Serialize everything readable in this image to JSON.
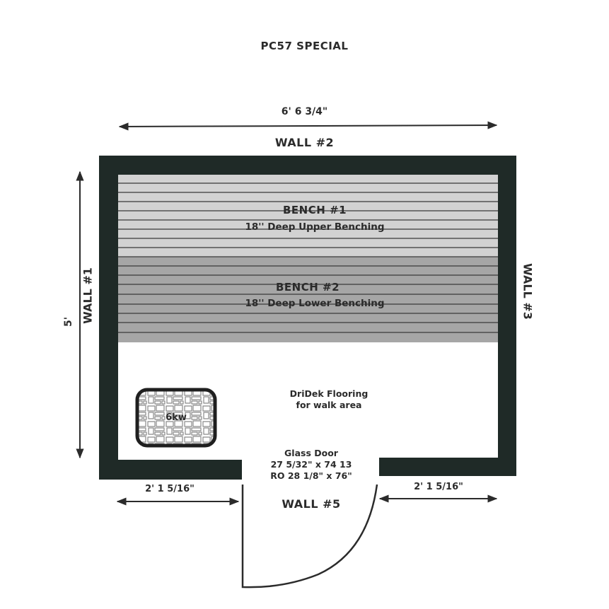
{
  "title": "PC57 SPECIAL",
  "dimensions": {
    "width": "6' 6 3/4\"",
    "depth": "5'",
    "left_of_door": "2' 1 5/16\"",
    "right_of_door": "2' 1 5/16\""
  },
  "walls": {
    "wall1": "WALL #1",
    "wall2": "WALL #2",
    "wall3": "WALL #3",
    "wall5": "WALL #5"
  },
  "benches": [
    {
      "title": "BENCH #1",
      "description": "18'' Deep Upper Benching"
    },
    {
      "title": "BENCH #2",
      "description": "18'' Deep Lower Benching"
    }
  ],
  "heater": {
    "label": "6kw"
  },
  "flooring": {
    "line1": "DriDek Flooring",
    "line2": "for walk area"
  },
  "door": {
    "line1": "Glass Door",
    "line2": "27 5/32\" x 74 13",
    "line3": "RO 28 1/8\" x 76\""
  },
  "colors": {
    "wall": "#1f2a27",
    "bench_upper": "#d2d2d2",
    "bench_lower": "#a6a6a6",
    "bench_line": "#3a3a3a",
    "text": "#2b2b2b"
  }
}
